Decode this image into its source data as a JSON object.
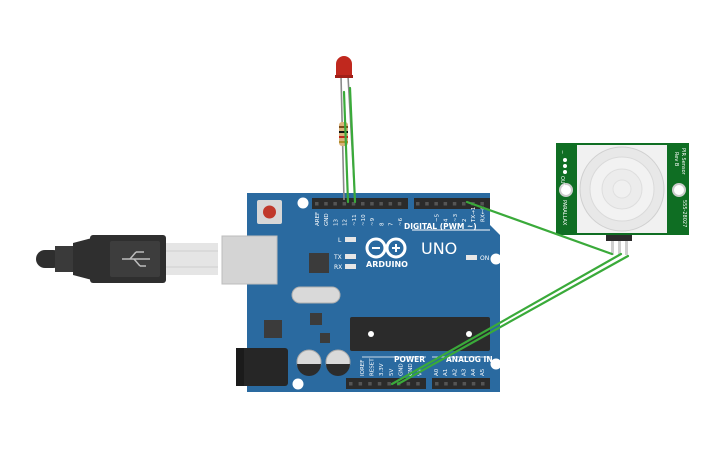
{
  "board": {
    "brand": "ARDUINO",
    "model": "UNO",
    "digital_label": "DIGITAL (PWM ~)",
    "power_label": "POWER",
    "analog_label": "ANALOG IN",
    "led_l": "L",
    "led_tx": "TX",
    "led_rx": "RX",
    "on_label": "ON",
    "top_pins": [
      "AREF",
      "GND",
      "13",
      "12",
      "~11",
      "~10",
      "~9",
      "8",
      "7",
      "~6",
      "~5",
      "4",
      "~3",
      "2",
      "TX→1",
      "RX←0"
    ],
    "power_pins": [
      "IOREF",
      "RESET",
      "3.3V",
      "5V",
      "GND",
      "GND",
      "Vin"
    ],
    "analog_pins": [
      "A0",
      "A1",
      "A2",
      "A3",
      "A4",
      "A5"
    ]
  },
  "sensor": {
    "title": "PIR Sensor",
    "rev": "Rev B",
    "part": "555-28027",
    "brand": "PARALLAX",
    "pins": [
      "−",
      "+",
      "OUT"
    ]
  },
  "colors": {
    "board": "#2a6aa0",
    "wire": "#3aaa3a",
    "pcb_green": "#0f6e23",
    "header": "#2b2b2b",
    "usb": "#cfcfcf",
    "cable": "#333333",
    "led": "#c0281e"
  },
  "icons": [
    "led",
    "resistor",
    "usb-cable",
    "usb-port",
    "dc-jack",
    "reset-button",
    "capacitor",
    "chip",
    "pir-dome"
  ]
}
